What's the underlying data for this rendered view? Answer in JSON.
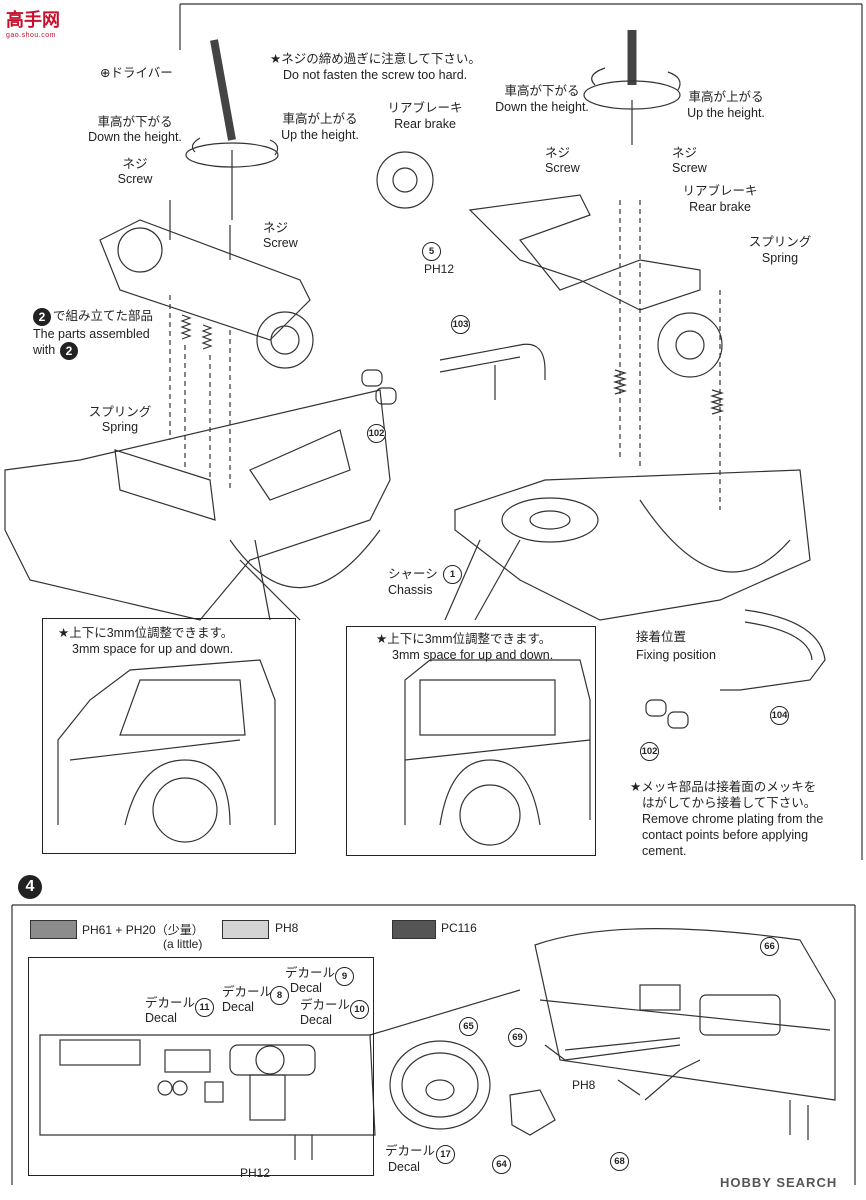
{
  "watermark": {
    "logo_text": "高手网",
    "logo_sub": "gao.shou.com",
    "site_text": "HOBBY SEARCH"
  },
  "step3": {
    "screw_warning": "★ネジの締め過ぎに注意して下さい。",
    "screw_warning_en": "Do not fasten the screw too hard.",
    "driver": "⊕ドライバー",
    "down_jp": "車高が下がる",
    "down_en": "Down the height.",
    "up_jp": "車高が上がる",
    "up_en": "Up the height.",
    "screw_jp": "ネジ",
    "screw_en": "Screw",
    "rear_brake_jp": "リアブレーキ",
    "rear_brake_en": "Rear brake",
    "spring_jp": "スプリング",
    "spring_en": "Spring",
    "assembled_jp": "で組み立てた部品",
    "assembled_en1": "The parts assembled",
    "assembled_en2": "with",
    "step_ref": "2",
    "chassis_jp": "シャーシ",
    "chassis_en": "Chassis",
    "adjust_jp": "★上下に3mm位調整できます。",
    "adjust_en": "3mm space for up and down.",
    "fixing_jp": "接着位置",
    "fixing_en": "Fixing position",
    "chrome_jp1": "★メッキ部品は接着面のメッキを",
    "chrome_jp2": "はがしてから接着して下さい。",
    "chrome_en1": "Remove chrome plating from the",
    "chrome_en2": "contact points before applying",
    "chrome_en3": "cement.",
    "parts": {
      "p1": "1",
      "p5": "5",
      "p102": "102",
      "p103": "103",
      "p104": "104"
    },
    "ph12": "PH12"
  },
  "step4": {
    "step_num": "4",
    "paint1": "PH61 + PH20（少量）",
    "paint1_en": "(a little)",
    "paint2": "PH8",
    "paint3": "PC116",
    "decal_jp": "デカール",
    "decal_en": "Decal",
    "decals": {
      "d8": "8",
      "d9": "9",
      "d10": "10",
      "d11": "11",
      "d17": "17"
    },
    "parts": {
      "p64": "64",
      "p65": "65",
      "p66": "66",
      "p68": "68",
      "p69": "69"
    },
    "ph8": "PH8",
    "ph12": "PH12",
    "colors": {
      "swatch1": "#8c8c8c",
      "swatch2": "#d4d4d4",
      "swatch3": "#555555"
    }
  }
}
